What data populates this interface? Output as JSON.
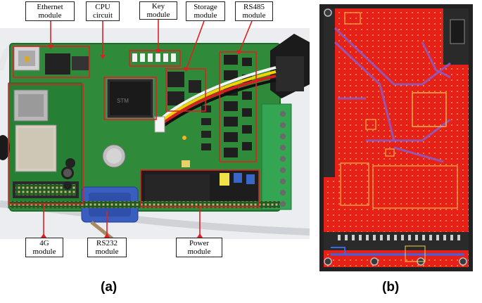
{
  "labels": {
    "ethernet": {
      "line1": "Ethernet",
      "line2": "module"
    },
    "cpu": {
      "line1": "CPU",
      "line2": "circuit"
    },
    "key": {
      "line1": "Key",
      "line2": "module"
    },
    "storage": {
      "line1": "Storage",
      "line2": "module"
    },
    "rs485": {
      "line1": "RS485",
      "line2": "module"
    },
    "g4": {
      "line1": "4G",
      "line2": "module"
    },
    "rs232": {
      "line1": "RS232",
      "line2": "module"
    },
    "power": {
      "line1": "Power",
      "line2": "module"
    }
  },
  "captions": {
    "a": "(a)",
    "b": "(b)"
  },
  "colors": {
    "pcb_green": "#2f8a3a",
    "pcb_red": "#e8201a",
    "annotation_red": "#e02020"
  }
}
